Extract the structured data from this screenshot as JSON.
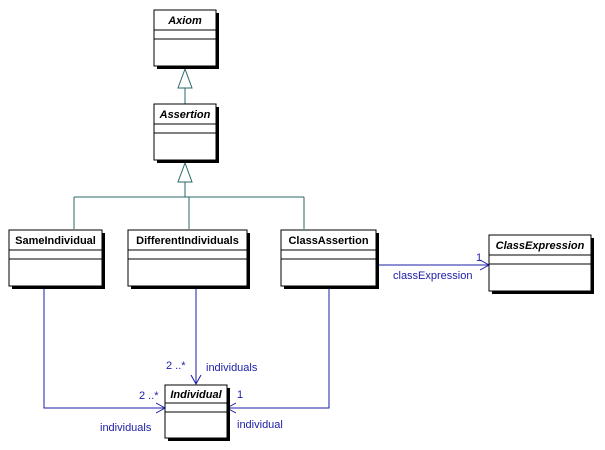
{
  "classes": {
    "axiom": {
      "name": "Axiom"
    },
    "assertion": {
      "name": "Assertion"
    },
    "same_individual": {
      "name": "SameIndividual"
    },
    "different_individuals": {
      "name": "DifferentIndividuals"
    },
    "class_assertion": {
      "name": "ClassAssertion"
    },
    "class_expression": {
      "name": "ClassExpression"
    },
    "individual": {
      "name": "Individual"
    }
  },
  "associations": {
    "class_assertion_to_class_expression": {
      "multiplicity": "1",
      "role": "classExpression"
    },
    "different_individuals_to_individual": {
      "multiplicity": "2 ..*",
      "role": "individuals"
    },
    "same_individual_to_individual": {
      "multiplicity": "2 ..*",
      "role": "individuals"
    },
    "class_assertion_to_individual": {
      "multiplicity": "1",
      "role": "individual"
    }
  },
  "colors": {
    "generalization_line": "#2a6a6a",
    "association_line": "#1c1ca8",
    "box_border": "#000000",
    "box_shadow": "#000000"
  }
}
